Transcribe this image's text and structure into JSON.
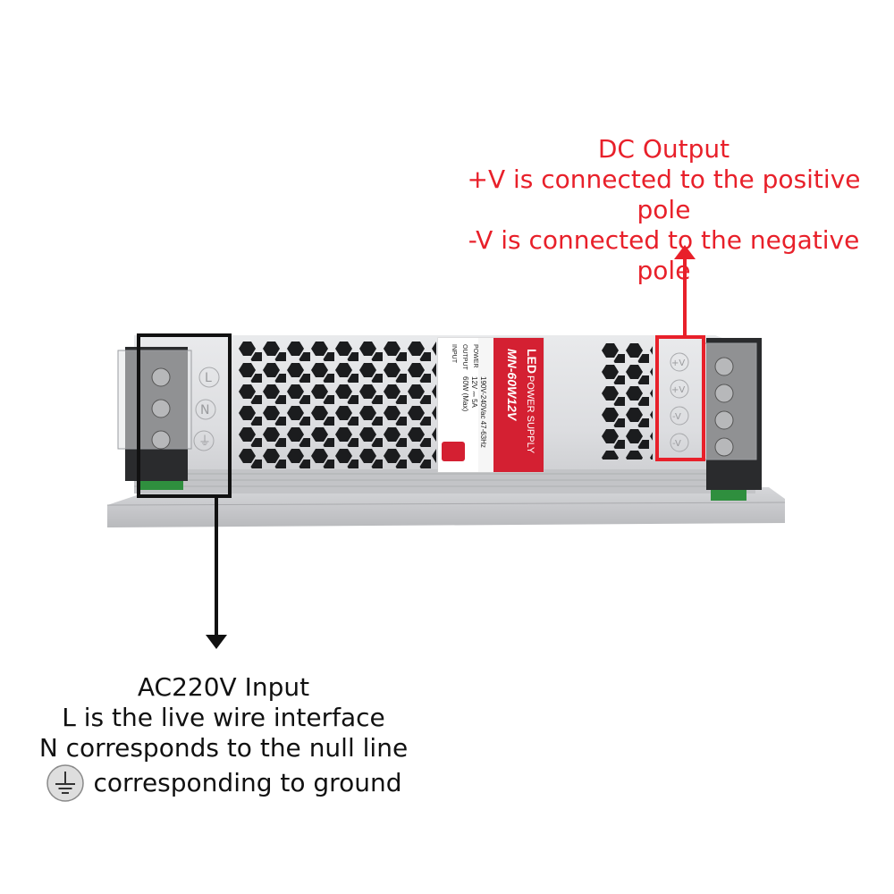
{
  "dc_output": {
    "title": "DC Output",
    "line1": "+V is connected to the positive pole",
    "line2": "-V is connected to the negative pole",
    "color": "#e8202a"
  },
  "ac_input": {
    "title": "AC220V Input",
    "line1": "L is the live wire interface",
    "line2": "N corresponds to the null line",
    "line3": "corresponding to ground",
    "color": "#111111"
  },
  "device_label": {
    "brand": "LED",
    "brand_sub": "POWER SUPPLY",
    "model": "MN-60W12V",
    "rows": [
      {
        "key": "INPUT",
        "value": "190V-240Vac 47-63Hz"
      },
      {
        "key": "OUTPUT",
        "value": "12V ⎓ 5A"
      },
      {
        "key": "POWER",
        "value": "60W (Max)"
      }
    ],
    "accent": "#d42032"
  },
  "terminals": {
    "left": [
      "⏚",
      "N",
      "L"
    ],
    "right": [
      "+V",
      "+V",
      "-V",
      "-V"
    ]
  },
  "icons": {
    "ground": "ground-icon",
    "arrow_up": "arrow-up-icon",
    "arrow_down": "arrow-down-icon"
  }
}
